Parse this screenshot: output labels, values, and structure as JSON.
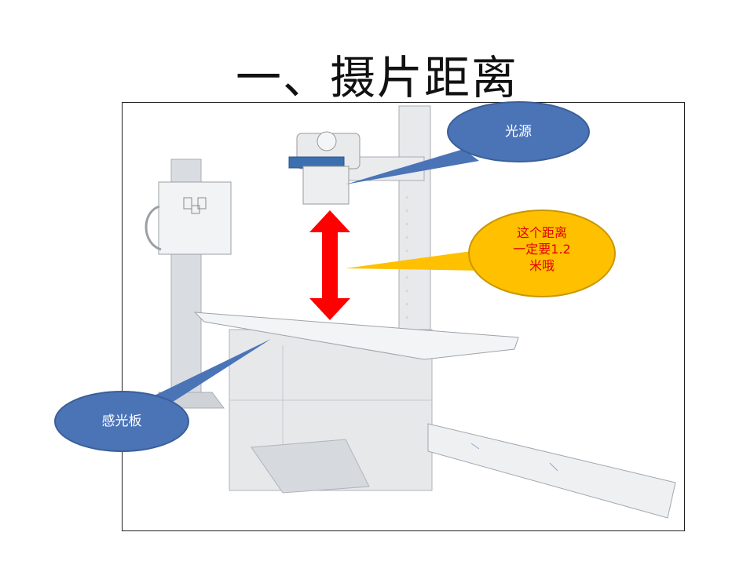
{
  "slide": {
    "title": "一、摄片距离"
  },
  "callouts": {
    "light_source": "光源",
    "distance_note_line1": "这个距离",
    "distance_note_line2": "一定要1.2",
    "distance_note_line3": "米哦",
    "detector_plate": "感光板"
  },
  "colors": {
    "callout_blue": "#4b74b7",
    "callout_gold": "#ffc000",
    "arrow_red": "#ff0000",
    "note_text_red": "#e00000"
  }
}
